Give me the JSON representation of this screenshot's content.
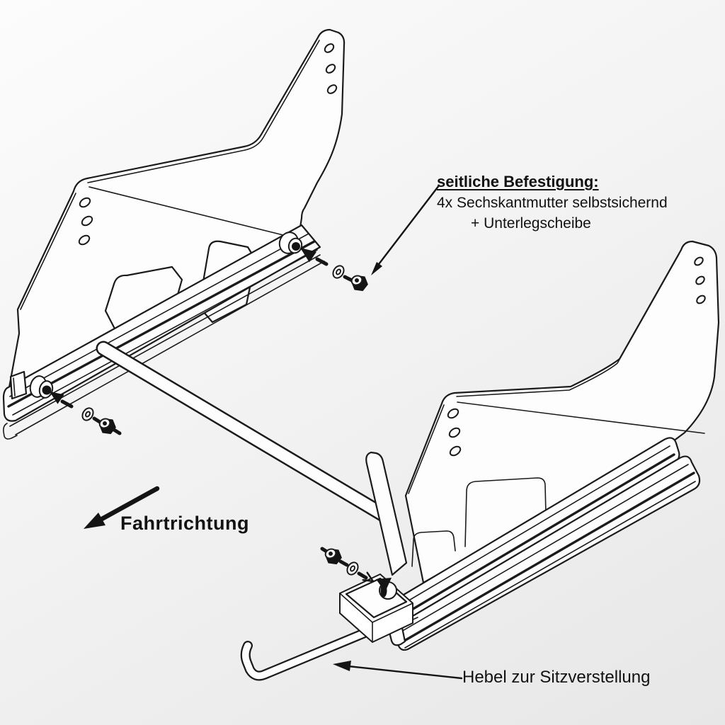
{
  "colors": {
    "line": "#1b1b1b",
    "background_start": "#fcfcfc",
    "background_end": "#e7e7e7",
    "plate_fill": "#fdfdfd"
  },
  "annotations": {
    "side_fastening": {
      "title": "seitliche Befestigung:",
      "line1": "4x Sechskantmutter selbstsichernd",
      "line2": "+ Unterlegscheibe"
    },
    "driving_direction": {
      "label": "Fahrtrichtung"
    },
    "lever": {
      "label": "Hebel zur Sitzverstellung"
    }
  }
}
